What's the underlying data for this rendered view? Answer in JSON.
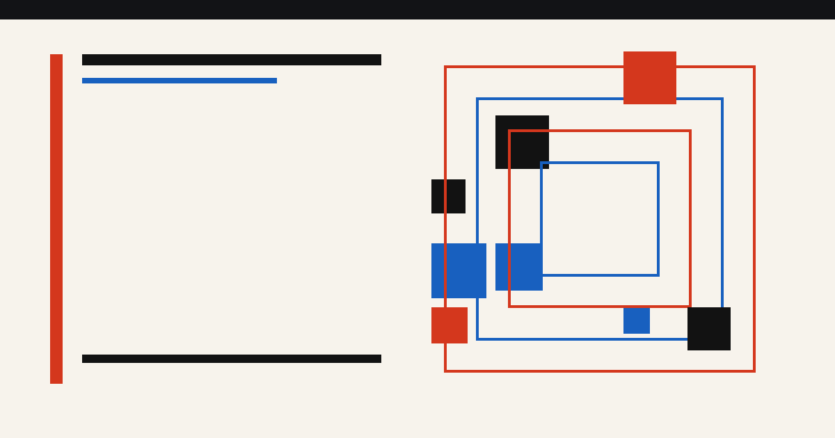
{
  "colors": {
    "background": "#f7f3ec",
    "top_bar": "#121316",
    "red": "#d4371d",
    "blue": "#1860bf",
    "black": "#121212"
  },
  "left_panel": {
    "accent_bar": "red",
    "title_placeholder": "black",
    "subtitle_placeholder": "blue",
    "footer_placeholder": "black"
  },
  "composition": {
    "frames": [
      "red",
      "blue",
      "red",
      "blue"
    ],
    "blocks": [
      "red",
      "black",
      "black",
      "blue",
      "blue",
      "red",
      "blue",
      "black"
    ]
  }
}
